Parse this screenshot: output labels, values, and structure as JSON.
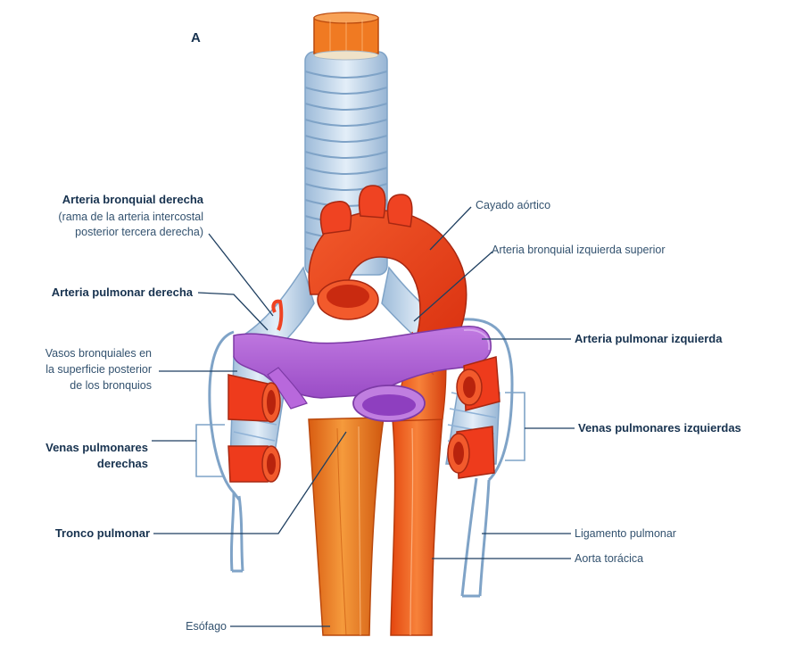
{
  "panel_letter": "A",
  "labels": {
    "bronchial_right_title": "Arteria bronquial derecha",
    "bronchial_right_note_1": "(rama de la arteria intercostal",
    "bronchial_right_note_2": "posterior tercera derecha)",
    "pulmonary_artery_right": "Arteria pulmonar derecha",
    "bronchial_vessels_1": "Vasos bronquiales en",
    "bronchial_vessels_2": "la superficie posterior",
    "bronchial_vessels_3": "de los bronquios",
    "pulmonary_veins_right_1": "Venas pulmonares",
    "pulmonary_veins_right_2": "derechas",
    "pulmonary_trunk": "Tronco pulmonar",
    "esophagus": "Esófago",
    "aortic_arch": "Cayado aórtico",
    "bronchial_left_superior": "Arteria bronquial izquierda superior",
    "pulmonary_artery_left": "Arteria pulmonar izquierda",
    "pulmonary_veins_left": "Venas pulmonares izquierdas",
    "pulmonary_ligament": "Ligamento pulmonar",
    "thoracic_aorta": "Aorta torácica"
  },
  "colors": {
    "artery_red": "#ee3b1c",
    "artery_dark": "#b82410",
    "pulmonary_purple": "#b55fd9",
    "purple_dark": "#7d3aa6",
    "esophagus_orange": "#f07a22",
    "trachea_blue": "#c8dcef",
    "trachea_ring": "#8fb2d6",
    "pleura_line": "#7fa3c7",
    "leader_line": "#1f3f60"
  }
}
